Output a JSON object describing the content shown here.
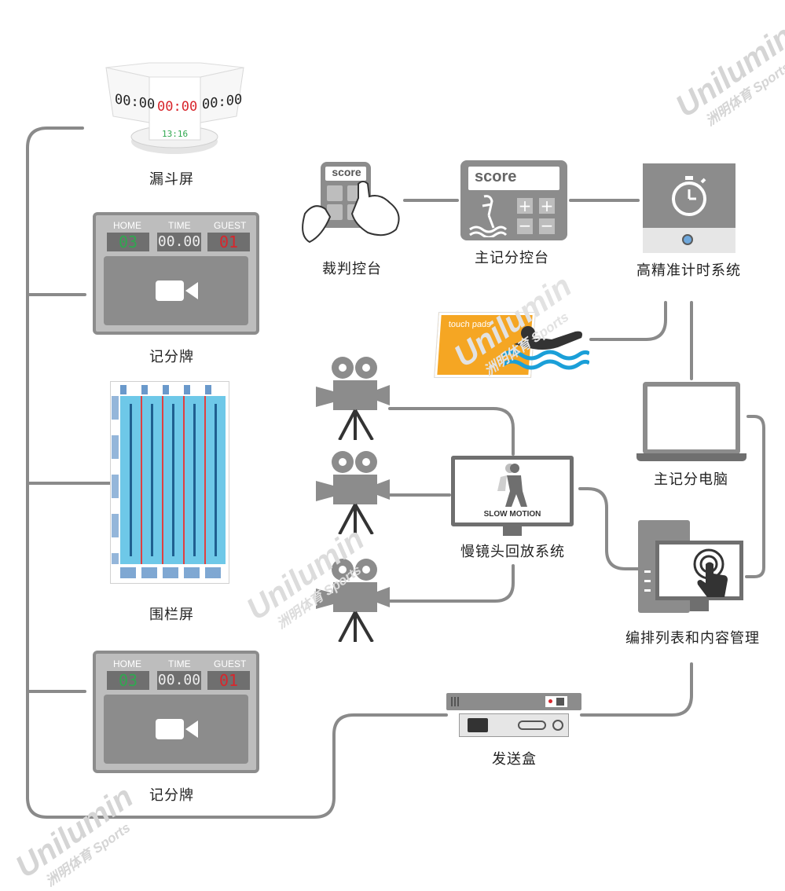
{
  "nodes": {
    "funnel": {
      "label": "漏斗屏",
      "clock_left": "00:00",
      "clock_center": "00:00",
      "clock_right": "00:00",
      "clock_small": "13:16"
    },
    "scoreboard_top": {
      "label": "记分牌",
      "home_caption": "HOME",
      "time_caption": "TIME",
      "guest_caption": "GUEST",
      "home_value": "03",
      "time_value": "00.00",
      "guest_value": "01"
    },
    "pool_screen": {
      "label": "围栏屏"
    },
    "scoreboard_bottom": {
      "label": "记分牌",
      "home_caption": "HOME",
      "time_caption": "TIME",
      "guest_caption": "GUEST",
      "home_value": "03",
      "time_value": "00.00",
      "guest_value": "01"
    },
    "referee_console": {
      "label": "裁判控台",
      "screen_text": "score"
    },
    "main_scoring_console": {
      "label": "主记分控台",
      "screen_text": "score"
    },
    "timing_system": {
      "label": "高精准计时系统"
    },
    "touch_pad": {
      "text": "touch pads"
    },
    "slow_motion": {
      "label": "慢镜头回放系统",
      "screen_text": "SLOW MOTION"
    },
    "main_scoring_pc": {
      "label": "主记分电脑"
    },
    "playlist_manager": {
      "label": "编排列表和内容管理"
    },
    "sender_box": {
      "label": "发送盒"
    }
  },
  "watermark": {
    "brand": "Unilumin",
    "sub": "洲明体育 Sports"
  },
  "colors": {
    "line": "#8a8a8a",
    "device": "#8c8c8c",
    "device_dark": "#6f6f6f",
    "score_green": "#2fa84f",
    "score_red": "#d8262c",
    "pool": "#6ec8e8",
    "pad": "#f5a623"
  }
}
